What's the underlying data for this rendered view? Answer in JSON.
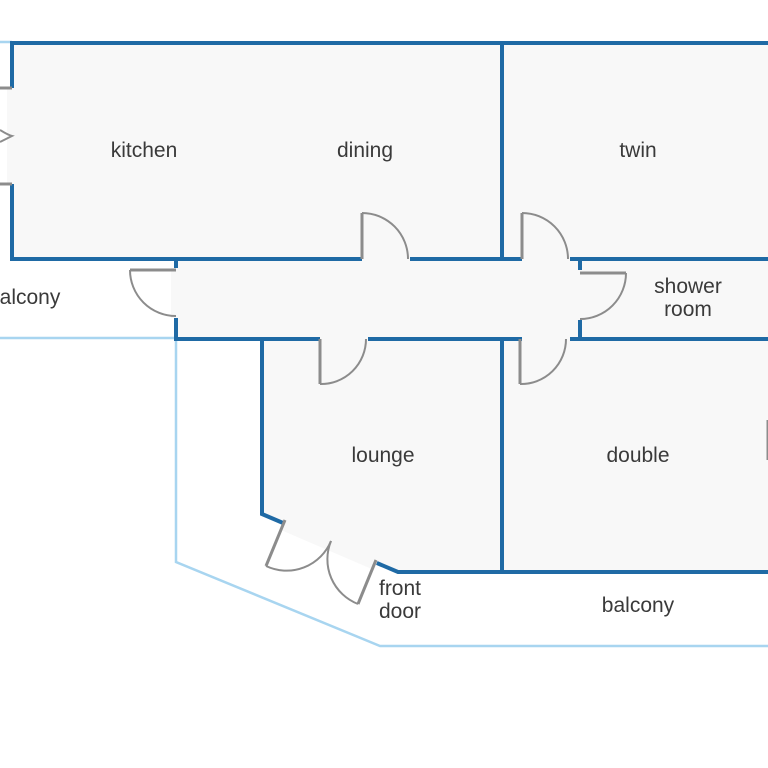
{
  "rooms": {
    "kitchen": "kitchen",
    "dining": "dining",
    "twin": "twin",
    "shower_line1": "shower",
    "shower_line2": "room",
    "lounge": "lounge",
    "double": "double",
    "front_door_line1": "front",
    "front_door_line2": "door",
    "balcony_bottom": "balcony",
    "balcony_left": "alcony"
  },
  "colors": {
    "wall": "#1f6aa5",
    "balcony_outline": "#a8d5f0",
    "room_fill": "#f8f8f8",
    "door": "#8c8c8c",
    "text": "#3a3a3a"
  }
}
